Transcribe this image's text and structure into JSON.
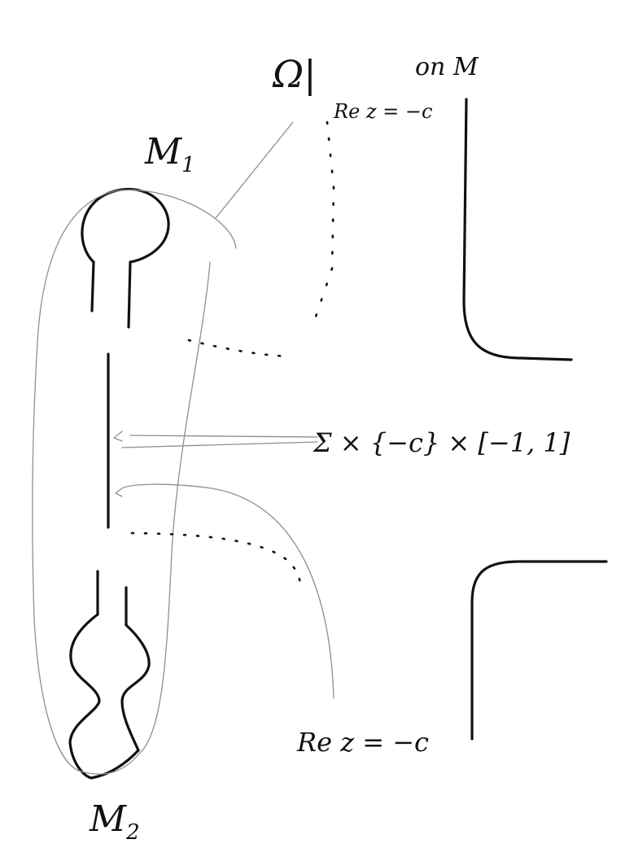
{
  "labels": {
    "top_operator": "Ω|",
    "top_subscript": "Re z = −c",
    "on_m": "on M",
    "m1": "M",
    "m1_sub": "1",
    "m2": "M",
    "m2_sub": "2",
    "sigma_product": "Σ × {−c} × [−1, 1]",
    "bottom_re": "Re z = −c"
  },
  "colors": {
    "ink": "#111111",
    "pencil": "#8e8e8e",
    "background": "#ffffff"
  }
}
